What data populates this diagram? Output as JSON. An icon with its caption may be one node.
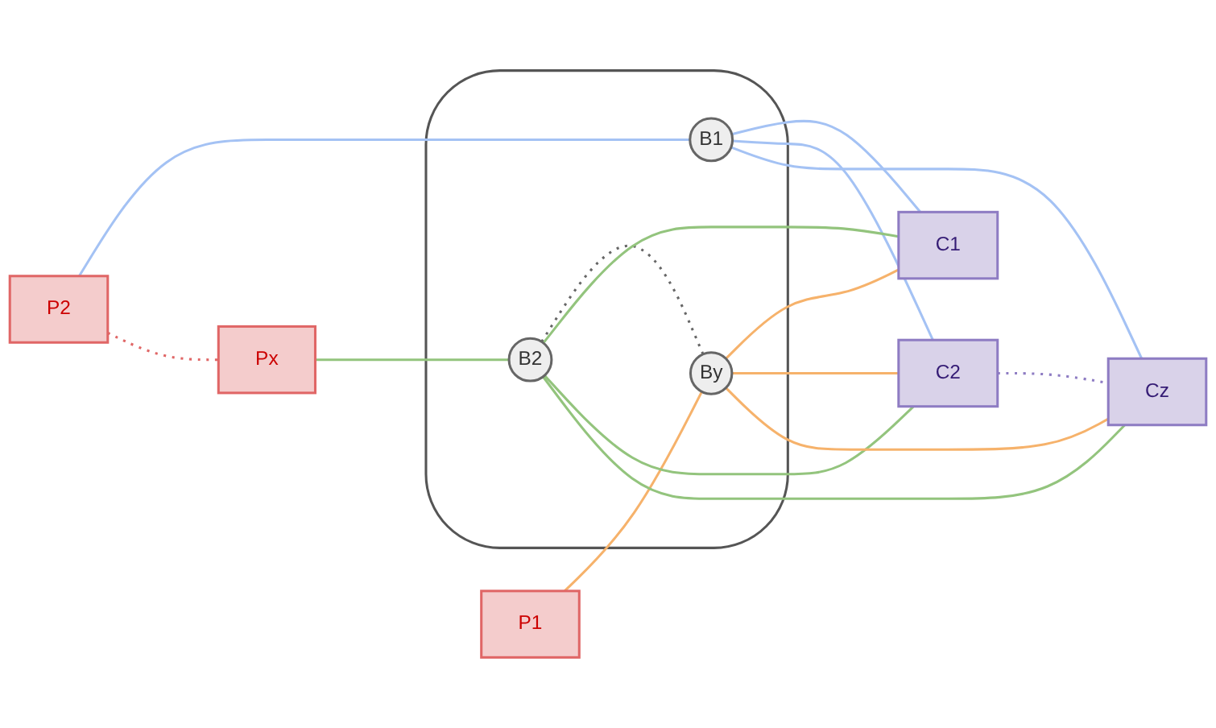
{
  "diagram": {
    "nodes": [
      {
        "text": [],
        "shape": "cloud"
      },
      {
        "text": [
          "P1"
        ]
      },
      {
        "text": [
          "P2"
        ]
      },
      {
        "text": [
          "Px"
        ]
      },
      {
        "text": [
          "B1"
        ],
        "in": 0
      },
      {
        "text": [
          "B2"
        ],
        "in": 0
      },
      {
        "text": [
          "By"
        ],
        "in": 0
      },
      {
        "text": [
          "C1"
        ]
      },
      {
        "text": [
          "C2"
        ]
      },
      {
        "text": [
          "Cz"
        ]
      }
    ],
    "edges": [
      {
        "from": 1,
        "to": 6,
        "arrow": "none",
        "color": "#f6b26b"
      },
      {
        "from": 2,
        "to": 4,
        "arrow": "none",
        "color": "#a4c2f4"
      },
      {
        "from": 3,
        "to": 5,
        "arrow": "none",
        "color": "#93c47d"
      },
      {
        "from": 2,
        "to": 3,
        "arrow": "none",
        "style": "dashed",
        "color": "#e06666"
      },
      {
        "from": 5,
        "to": 6,
        "arrow": "none",
        "style": "dashed",
        "color": "#666666"
      },
      {
        "from": 4,
        "to": 7,
        "arrow": "none",
        "color": "#a4c2f4"
      },
      {
        "from": 4,
        "to": 8,
        "arrow": "none",
        "color": "#a4c2f4"
      },
      {
        "from": 4,
        "to": 9,
        "arrow": "none",
        "color": "#a4c2f4"
      },
      {
        "from": 5,
        "to": 7,
        "arrow": "none",
        "color": "#93c47d"
      },
      {
        "from": 5,
        "to": 8,
        "arrow": "none",
        "color": "#93c47d"
      },
      {
        "from": 5,
        "to": 9,
        "arrow": "none",
        "color": "#93c47d"
      },
      {
        "from": 6,
        "to": 7,
        "arrow": "none",
        "color": "#f6b26b"
      },
      {
        "from": 6,
        "to": 8,
        "arrow": "none",
        "color": "#f6b26b"
      },
      {
        "from": 6,
        "to": 9,
        "arrow": "none",
        "color": "#f6b26b"
      },
      {
        "from": 8,
        "to": 9,
        "arrow": "none",
        "style": "dashed",
        "color": "#8e7cc3"
      }
    ]
  }
}
